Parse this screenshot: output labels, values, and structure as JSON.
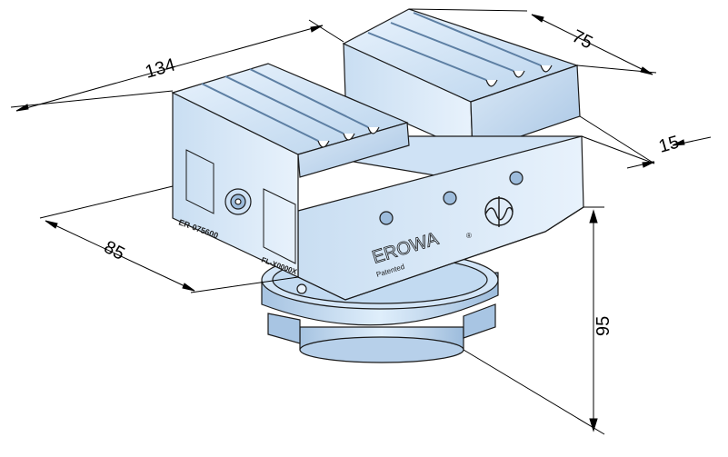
{
  "colors": {
    "background": "#ffffff",
    "steel_light": "#e4f0fb",
    "steel_mid": "#bcd6ee",
    "steel_dark": "#8fb1d3",
    "steel_shadow": "#6f93b8",
    "outline": "#1a1a1a",
    "dim_line": "#000000"
  },
  "dimensions": {
    "width_134": "134",
    "depth_75": "75",
    "jaw_15": "15",
    "side_85": "85",
    "height_95": "95"
  },
  "labels": {
    "part_number": "ER-075600",
    "serial": "FL-X0000X",
    "brand": "EROWA",
    "registered_mark": "®",
    "patent": "Patented"
  },
  "icons": {
    "brand_emblem": "erowa-emblem-icon"
  }
}
